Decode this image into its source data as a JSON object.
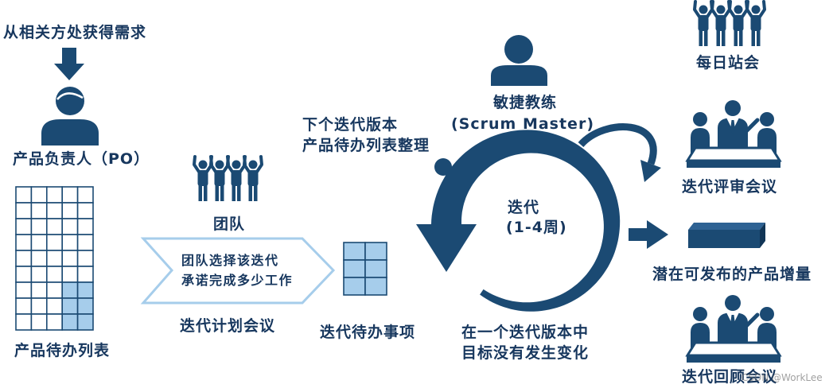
{
  "colors": {
    "primary": "#1b4a73",
    "accent_light": "#a6cdeb",
    "text": "#17375e"
  },
  "requirements": {
    "label": "从相关方处获得需求",
    "icon": "down-arrow-icon"
  },
  "product_owner": {
    "label": "产品负责人（PO）",
    "icon": "person-icon"
  },
  "product_backlog": {
    "label": "产品待办列表",
    "icon": "backlog-grid-icon"
  },
  "team": {
    "label": "团队",
    "icon": "team-icon"
  },
  "sprint_planning": {
    "lines": [
      "团队选择该迭代",
      "承诺完成多少工作"
    ],
    "label": "迭代计划会议"
  },
  "sprint_backlog": {
    "label": "迭代待办事项",
    "icon": "backlog-grid-icon"
  },
  "backlog_refinement": {
    "lines": [
      "下个迭代版本",
      "产品待办列表整理"
    ]
  },
  "scrum_master": {
    "lines": [
      "敏捷教练",
      "(Scrum Master)"
    ],
    "icon": "person-icon"
  },
  "sprint": {
    "lines": [
      "迭代",
      "(1-4周)"
    ],
    "icon": "cycle-arrow-icon"
  },
  "sprint_goal": {
    "lines": [
      "在一个迭代版本中",
      "目标没有发生变化"
    ]
  },
  "increment": {
    "label": "潜在可发布的产品增量",
    "icon": "product-box-icon"
  },
  "daily_standup": {
    "label": "每日站会",
    "icon": "team-icon"
  },
  "sprint_review": {
    "label": "迭代评审会议",
    "icon": "meeting-icon"
  },
  "sprint_retrospective": {
    "label": "迭代回顾会议",
    "icon": "meeting-icon"
  },
  "watermark": "CSDN @WorkLee"
}
